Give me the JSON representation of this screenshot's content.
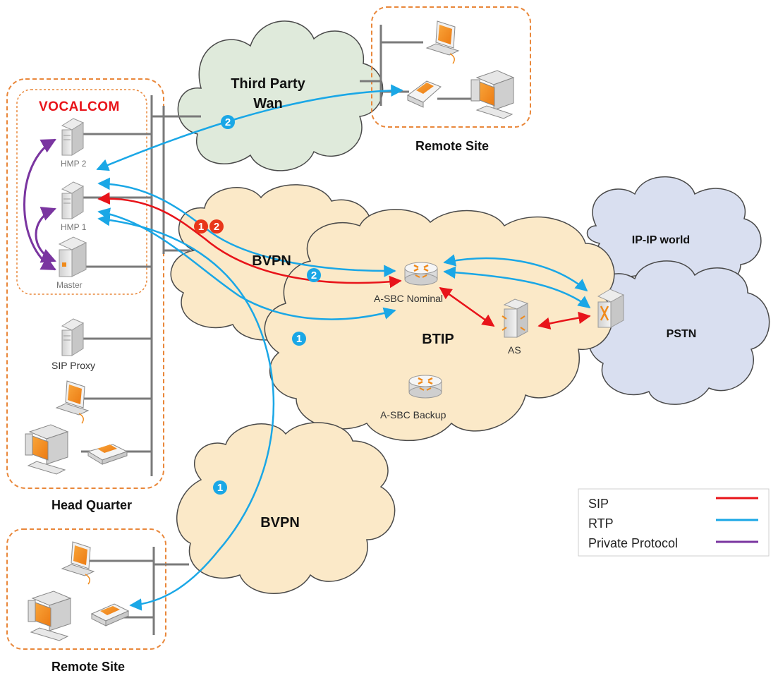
{
  "brand": "VOCALCOM",
  "sites": {
    "head_quarter": "Head Quarter",
    "remote_top": "Remote Site",
    "remote_bottom": "Remote Site"
  },
  "clouds": {
    "third_party_wan_line1": "Third Party",
    "third_party_wan_line2": "Wan",
    "bvpn_top": "BVPN",
    "btip": "BTIP",
    "bvpn_bottom": "BVPN",
    "ip_ip_world": "IP-IP world",
    "pstn": "PSTN"
  },
  "devices": {
    "hmp2": "HMP 2",
    "hmp1": "HMP 1",
    "master": "Master",
    "sip_proxy": "SIP Proxy",
    "asbc_nominal": "A-SBC Nominal",
    "asbc_backup": "A-SBC Backup",
    "as": "AS"
  },
  "markers": {
    "one": "1",
    "two": "2"
  },
  "legend": {
    "items": [
      {
        "label": "SIP",
        "color": "#e8141a"
      },
      {
        "label": "RTP",
        "color": "#1aa7e6"
      },
      {
        "label": "Private Protocol",
        "color": "#7a35a0"
      }
    ]
  },
  "colors": {
    "orange_border": "#e9873a",
    "cloud_green": "#dfeadb",
    "cloud_beige": "#fbe9c8",
    "cloud_blue": "#d9dff0",
    "sip": "#e8141a",
    "rtp": "#1aa7e6",
    "private": "#7a35a0"
  }
}
